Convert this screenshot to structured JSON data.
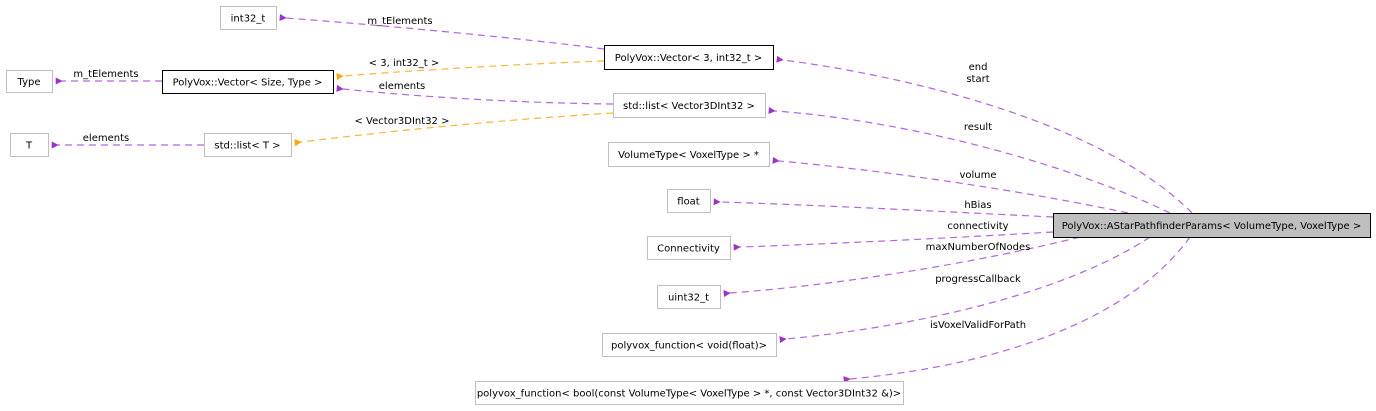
{
  "diagram": {
    "type": "collaboration-graph",
    "colors": {
      "usage_edge": "#9a32cd",
      "usage_edge_line": "#b266dd",
      "template_edge": "#ffa500",
      "template_edge_line": "#ffb733",
      "node_border_documented": "#000000",
      "node_border_undocumented": "#bfbfbf",
      "focus_fill": "#bfbfbf"
    },
    "nodes": [
      {
        "id": "main",
        "label": "PolyVox::AStarPathfinderParams< VolumeType, VoxelType >",
        "kind": "focus"
      },
      {
        "id": "vec3",
        "label": "PolyVox::Vector< 3, int32_t >",
        "kind": "documented"
      },
      {
        "id": "vecST",
        "label": "PolyVox::Vector< Size, Type >",
        "kind": "documented"
      },
      {
        "id": "int32",
        "label": "int32_t",
        "kind": "undocumented"
      },
      {
        "id": "type",
        "label": "Type",
        "kind": "undocumented"
      },
      {
        "id": "listV",
        "label": "std::list< Vector3DInt32 >",
        "kind": "undocumented"
      },
      {
        "id": "listT",
        "label": "std::list< T >",
        "kind": "undocumented"
      },
      {
        "id": "t",
        "label": "T",
        "kind": "undocumented"
      },
      {
        "id": "volptr",
        "label": "VolumeType< VoxelType > *",
        "kind": "undocumented"
      },
      {
        "id": "float",
        "label": "float",
        "kind": "undocumented"
      },
      {
        "id": "conn",
        "label": "Connectivity",
        "kind": "undocumented"
      },
      {
        "id": "uint32",
        "label": "uint32_t",
        "kind": "undocumented"
      },
      {
        "id": "fnvoid",
        "label": "polyvox_function< void(float)>",
        "kind": "undocumented"
      },
      {
        "id": "fnbool",
        "label": "polyvox_function< bool(const VolumeType< VoxelType > *, const Vector3DInt32 &)>",
        "kind": "undocumented"
      }
    ],
    "edges": [
      {
        "from": "vec3",
        "to": "int32",
        "kind": "usage",
        "label": [
          "m_tElements"
        ]
      },
      {
        "from": "vec3",
        "to": "vecST",
        "kind": "template",
        "label": [
          "< 3, int32_t >"
        ]
      },
      {
        "from": "vecST",
        "to": "type",
        "kind": "usage",
        "label": [
          "m_tElements"
        ]
      },
      {
        "from": "listV",
        "to": "vecST",
        "kind": "usage",
        "label": [
          "elements"
        ]
      },
      {
        "from": "listV",
        "to": "listT",
        "kind": "template",
        "label": [
          "< Vector3DInt32 >"
        ]
      },
      {
        "from": "listT",
        "to": "t",
        "kind": "usage",
        "label": [
          "elements"
        ]
      },
      {
        "from": "main",
        "to": "vec3",
        "kind": "usage",
        "label": [
          "end",
          "start"
        ]
      },
      {
        "from": "main",
        "to": "listV",
        "kind": "usage",
        "label": [
          "result"
        ]
      },
      {
        "from": "main",
        "to": "volptr",
        "kind": "usage",
        "label": [
          "volume"
        ]
      },
      {
        "from": "main",
        "to": "float",
        "kind": "usage",
        "label": [
          "hBias"
        ]
      },
      {
        "from": "main",
        "to": "conn",
        "kind": "usage",
        "label": [
          "connectivity"
        ]
      },
      {
        "from": "main",
        "to": "uint32",
        "kind": "usage",
        "label": [
          "maxNumberOfNodes"
        ]
      },
      {
        "from": "main",
        "to": "fnvoid",
        "kind": "usage",
        "label": [
          "progressCallback"
        ]
      },
      {
        "from": "main",
        "to": "fnbool",
        "kind": "usage",
        "label": [
          "isVoxelValidForPath"
        ]
      }
    ]
  }
}
